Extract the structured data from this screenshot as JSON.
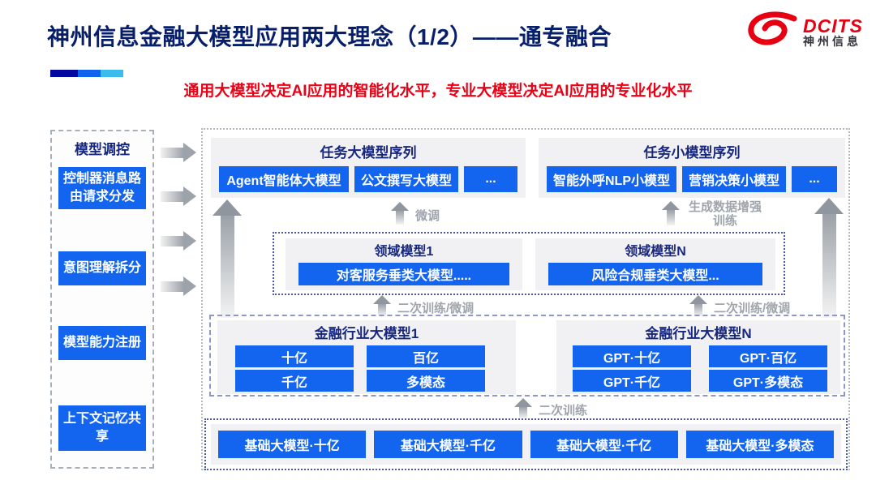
{
  "slide": {
    "title": "神州信息金融大模型应用两大理念（1/2）——通专融合",
    "subtitle": "通用大模型决定AI应用的智能化水平，专业大模型决定AI应用的专业化水平",
    "logo": {
      "brand": "DCITS",
      "brand_cn": "神州信息"
    }
  },
  "sidebar": {
    "title": "模型调控",
    "items": [
      "控制器消息路由请求分发",
      "意图理解拆分",
      "模型能力注册",
      "上下文记忆共享"
    ]
  },
  "diagram": {
    "task_large": {
      "title": "任务大模型序列",
      "items": [
        "Agent智能体大模型",
        "公文撰写大模型",
        "..."
      ]
    },
    "task_small": {
      "title": "任务小模型序列",
      "items": [
        "智能外呼NLP小模型",
        "营销决策小模型",
        "..."
      ]
    },
    "domain_models": [
      {
        "title": "领域模型1",
        "item": "对客服务垂类大模型....."
      },
      {
        "title": "领域模型N",
        "item": "风险合规垂类大模型..."
      }
    ],
    "industry_models": [
      {
        "title": "金融行业大模型1",
        "items": [
          "十亿",
          "百亿",
          "千亿",
          "多模态"
        ]
      },
      {
        "title": "金融行业大模型N",
        "items": [
          "GPT·十亿",
          "GPT·百亿",
          "GPT·千亿",
          "GPT·多模态"
        ]
      }
    ],
    "base_models": [
      "基础大模型·十亿",
      "基础大模型·千亿",
      "基础大模型·千亿",
      "基础大模型·多模态"
    ],
    "arrow_labels": {
      "finetune": "微调",
      "gen_data_augment": "生成数据增强训练",
      "second_train_finetune_left": "二次训练/微调",
      "second_train_finetune_right": "二次训练/微调",
      "second_train": "二次训练"
    }
  },
  "colors": {
    "accent_blue": "#1365EF",
    "navy": "#071F6B",
    "red": "#EB0016",
    "logo_red": "#E60012",
    "accent_bar": [
      "#0008A0",
      "#0D63EE",
      "#3CBCEC"
    ]
  }
}
